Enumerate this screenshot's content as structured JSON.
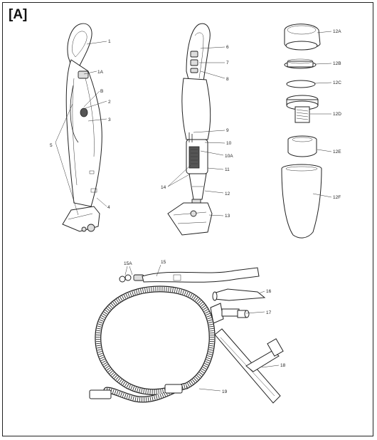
{
  "figure": {
    "label": "[A]"
  },
  "callouts": {
    "c1": "1",
    "c1A": "1A",
    "cB": "B",
    "c2": "2",
    "c3": "3",
    "c5": "5",
    "c4": "4",
    "c6": "6",
    "c7": "7",
    "c8": "8",
    "c9": "9",
    "c10": "10",
    "c10A": "10A",
    "c11": "11",
    "c14": "14",
    "c12": "12",
    "c13": "13",
    "c12A": "12A",
    "c12B": "12B",
    "c12C": "12C",
    "c12D": "12D",
    "c12E": "12E",
    "c12F": "12F",
    "c15A": "15A",
    "c15": "15",
    "c16": "16",
    "c17": "17",
    "c18": "18",
    "c19": "19"
  }
}
